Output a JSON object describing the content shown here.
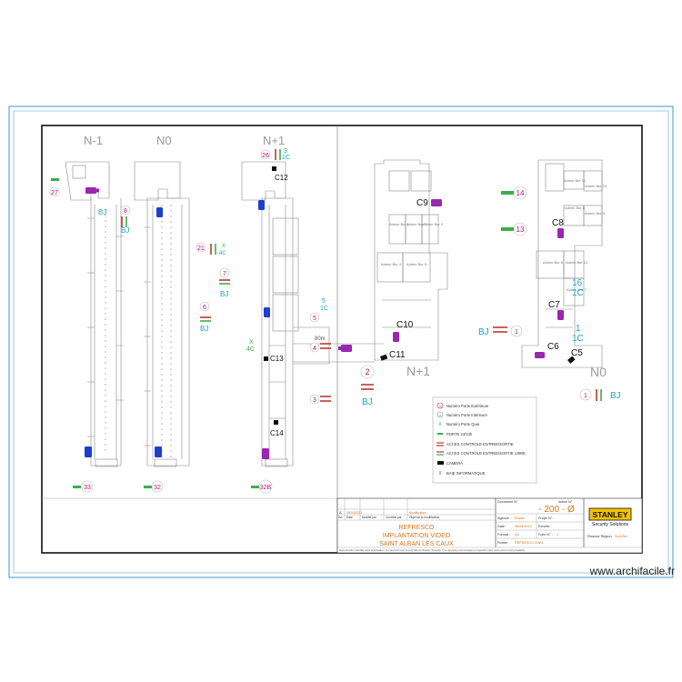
{
  "levels": {
    "n_minus_1": "N-1",
    "n0": "N0",
    "n_plus_1": "N+1",
    "right_n_plus_1": "N+1",
    "right_n0": "N0"
  },
  "doors": {
    "d27": "27",
    "d8": "8",
    "d21": "21",
    "d7": "7",
    "d6": "6",
    "d5": "5",
    "d4": "4",
    "d3": "3",
    "d2": "2",
    "d1a": "1",
    "d1b": "1",
    "d14": "14",
    "d13": "13",
    "d33": "33",
    "d32": "32",
    "d32b": "32B",
    "d26": "26"
  },
  "badges": {
    "bj": "BJ",
    "c1": "1C",
    "c4": "4C",
    "x": "X",
    "c16": "16",
    "c3": "3",
    "c1b": "1",
    "c1c": "1C",
    "c16b": "1C",
    "c5": "5",
    "c1d": "1C",
    "c4b": "4C",
    "x2": "X"
  },
  "cameras": {
    "c5": "C5",
    "c6": "C6",
    "c7": "C7",
    "c8": "C8",
    "c9": "C9",
    "c10": "C10",
    "c11": "C11",
    "c12": "C12",
    "c13": "C13",
    "c14": "C14"
  },
  "dims": {
    "d80": "80m"
  },
  "rooms": {
    "r1": "Admin Bur 1",
    "r2": "Admin Bur 2",
    "r3": "Admin Bur 3",
    "r4": "Admin Bur 4",
    "r5": "Admin Bur 5",
    "r6": "Admin Bur 6",
    "r7": "Admin Bur 7",
    "r8": "Admin Bur 8",
    "r9": "Admin Bur 9",
    "r10": "Admin Bur 10",
    "r11": "Admin Bur 11",
    "r12": "Admin Bur 12"
  },
  "legend": {
    "items": [
      "Numéro Porte Extérieure",
      "Numéro Porte Intérieure",
      "Numéro Porte Quai",
      "PORTE 24/24h",
      "ACCES CONTROLE ENTREE/SORTIE",
      "ACCES CONTROLE ENTREE/SORTIE LIBRE",
      "CAMERA",
      "BAIE INFORMATIQUE"
    ],
    "marks": {
      "ext": "1",
      "int": "1",
      "quai": "X",
      "bay": "X"
    }
  },
  "titleblock": {
    "rev_letter": "A",
    "rev_date": "08/04/2021",
    "rev_desc": "Modification",
    "h_ind": "Ind",
    "h_date": "Date",
    "h_modby": "Modifié par",
    "h_ctrl": "Contrôlé par",
    "h_obj": "Objet de la modification",
    "project_1": "REFRESCO",
    "project_2": "IMPLANTATION VIDEO",
    "project_3": "SAINT ALBAN LES CAUX",
    "doc_label": "Document N°",
    "doc_value": "- 200 - Ø",
    "index_label": "Indice N°",
    "agence_label": "Agence :",
    "agence_value": "Rouen",
    "projet_label": "Projet N° :",
    "date_label": "Date :",
    "date_value": "08/04/2021",
    "echelle_label": "Echelle :",
    "format_label": "Format :",
    "format_value": "A3",
    "folio_label": "Folio N° :",
    "folio_value": "1",
    "fichier_label": "Fichier :",
    "fichier_value": "REFRESCO.DWG",
    "brand": "STANLEY",
    "brand_sub": "Security Solutions",
    "region_label": "Finance Région",
    "region_value": "Sud-Est",
    "disclaimer": "Reproduction interdite sans autorisation. Ce document est la propriété de Stanley Security. Il ne peut être communiqué ou reproduit sans notre accord écrit préalable."
  },
  "watermark": "www.archifacile.fr",
  "colors": {
    "frame": "#5aa9d6",
    "red": "#c0392b",
    "green": "#3cae4a",
    "cyan": "#1ba3c8",
    "magenta": "#b5127a",
    "purple": "#9b27b0",
    "blue": "#1a3fd1",
    "orange": "#d9731c",
    "gray": "#999"
  }
}
